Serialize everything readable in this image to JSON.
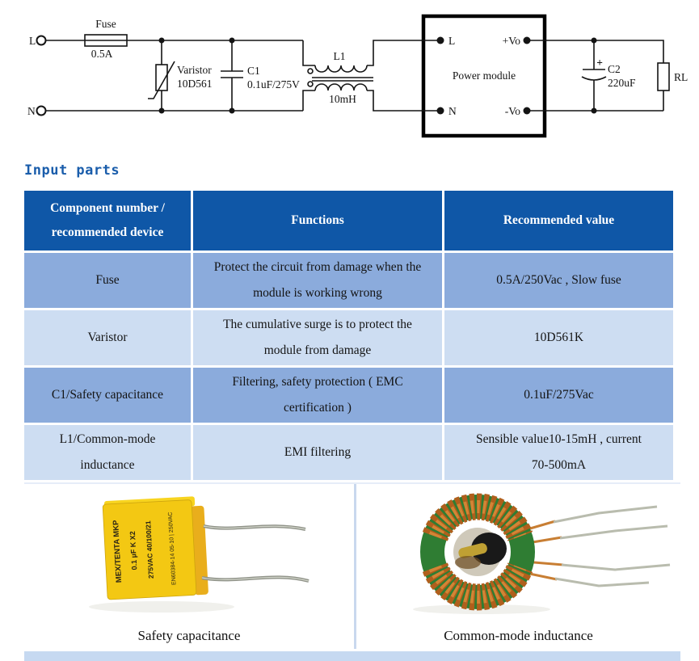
{
  "section": {
    "title": "Input parts",
    "title_color": "#1a5dab"
  },
  "circuit": {
    "terminals": {
      "live": "L",
      "neutral": "N"
    },
    "fuse": {
      "name": "Fuse",
      "value": "0.5A"
    },
    "varistor": {
      "name": "Varistor",
      "value": "10D561"
    },
    "c1": {
      "name": "C1",
      "value": "0.1uF/275V"
    },
    "l1": {
      "name": "L1",
      "value": "10mH"
    },
    "module": {
      "label": "Power module",
      "pin_l": "L",
      "pin_n": "N",
      "pin_pvo": "+Vo",
      "pin_nvo": "-Vo"
    },
    "c2": {
      "name": "C2",
      "value": "220uF",
      "polarity": "+"
    },
    "rl": {
      "name": "RL"
    }
  },
  "table": {
    "header_bg": "#0f57a7",
    "row_medium_bg": "#8babdc",
    "row_light_bg": "#cdddf2",
    "columns": [
      "Component number /\nrecommended device",
      "Functions",
      "Recommended value"
    ],
    "rows": [
      {
        "component": "Fuse",
        "function": "Protect the circuit from damage when the\nmodule is working wrong",
        "value": "0.5A/250Vac , Slow fuse"
      },
      {
        "component": "Varistor",
        "function": "The cumulative surge is to protect the\nmodule from damage",
        "value": "10D561K"
      },
      {
        "component": "C1/Safety capacitance",
        "function": "Filtering, safety protection ( EMC\ncertification )",
        "value": "0.1uF/275Vac"
      },
      {
        "component": "L1/Common-mode\ninductance",
        "function": "EMI filtering",
        "value": "Sensible value10-15mH , current\n70-500mA"
      }
    ]
  },
  "photos": {
    "left_caption": "Safety capacitance",
    "right_caption": "Common-mode inductance",
    "capacitor_print": {
      "line1": "MEX/TENTA MKP",
      "line2": "0.1  µF  K  X2",
      "line3": "275VAC  40/100/21",
      "line4": "EN60384-14 05-10 | 250VAC"
    },
    "footer_strip_color": "#c6d9f1"
  }
}
